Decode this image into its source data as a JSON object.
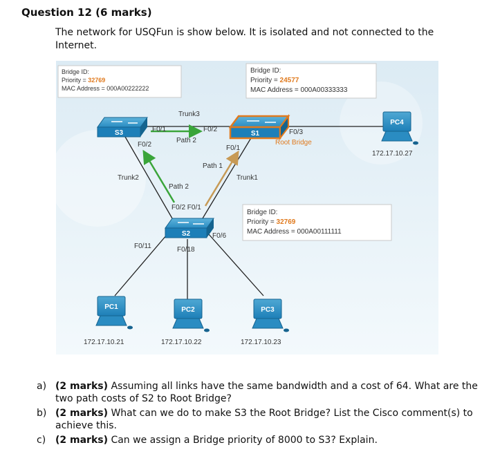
{
  "question": {
    "heading": "Question 12 (6 marks)",
    "intro": "The network for USQFun is show below. It is isolated and not connected to the Internet."
  },
  "diagram": {
    "bridge_boxes": {
      "s3": {
        "title": "Bridge ID:",
        "priority_label": "Priority = ",
        "priority_value": "32769",
        "mac": "MAC Address = 000A00222222"
      },
      "s1": {
        "title": "Bridge ID:",
        "priority_label": "Priority = ",
        "priority_value": "24577",
        "mac": "MAC Address = 000A00333333"
      },
      "s2": {
        "title": "Bridge ID:",
        "priority_label": "Priority = ",
        "priority_value": "32769",
        "mac": "MAC Address = 000A00111111"
      }
    },
    "switches": {
      "s3": "S3",
      "s1": "S1",
      "s2": "S2"
    },
    "pcs": {
      "pc1": {
        "label": "PC1",
        "ip": "172.17.10.21"
      },
      "pc2": {
        "label": "PC2",
        "ip": "172.17.10.22"
      },
      "pc3": {
        "label": "PC3",
        "ip": "172.17.10.23"
      },
      "pc4": {
        "label": "PC4",
        "ip": "172.17.10.27"
      }
    },
    "trunks": {
      "trunk1": "Trunk1",
      "trunk2": "Trunk2",
      "trunk3": "Trunk3"
    },
    "ports": {
      "s3_f01": "F0/1",
      "s3_f02": "F0/2",
      "s1_f02": "F0/2",
      "s1_f01": "F0/1",
      "s1_f03": "F0/3",
      "s2_f02_f01": "F0/2 F0/1",
      "s2_f06": "F0/6",
      "s2_f011": "F0/11",
      "s2_f018": "F0/18"
    },
    "paths": {
      "path2_top": "Path 2",
      "path2_mid": "Path 2",
      "path1": "Path 1"
    },
    "root_bridge": "Root Bridge",
    "colors": {
      "accent_orange": "#e07a1e",
      "link_green": "#3aa53a",
      "link_tan": "#c79a55",
      "switch_blue": "#1d7fb8",
      "bg_tint": "#e3f1f8"
    }
  },
  "questions": [
    {
      "letter": "a)",
      "marks": "(2 marks)",
      "text": " Assuming all links have the same bandwidth and a cost of 64. What are the two path costs of S2 to Root Bridge?"
    },
    {
      "letter": "b)",
      "marks": "(2 marks)",
      "text": " What can we do to make S3 the Root Bridge? List the Cisco comment(s) to achieve this."
    },
    {
      "letter": "c)",
      "marks": "(2 marks)",
      "text": " Can we assign a Bridge priority of 8000 to S3? Explain."
    }
  ]
}
